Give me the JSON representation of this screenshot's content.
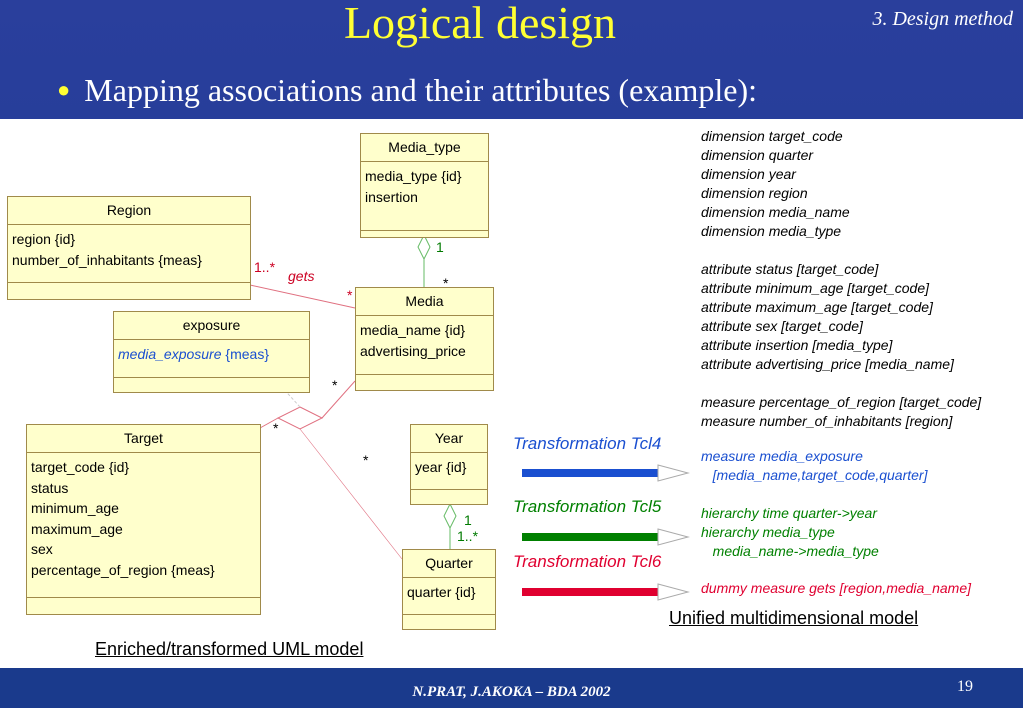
{
  "slide": {
    "title": "Logical design",
    "section": "3. Design method",
    "bullet": "Mapping associations and their attributes (example):",
    "footer_author": "N.PRAT, J.AKOKA – BDA 2002",
    "page_number": "19"
  },
  "uml": {
    "caption": "Enriched/transformed UML model",
    "classes": {
      "media_type": {
        "name": "Media_type",
        "attrs": [
          "media_type {id}",
          "insertion"
        ]
      },
      "region": {
        "name": "Region",
        "attrs": [
          "region {id}",
          "number_of_inhabitants {meas}"
        ]
      },
      "media": {
        "name": "Media",
        "attrs": [
          "media_name {id}",
          "advertising_price"
        ]
      },
      "exposure": {
        "name": "exposure",
        "attr_italic": "media_exposure",
        "attr_suffix": " {meas}"
      },
      "target": {
        "name": "Target",
        "attrs": [
          "target_code {id}",
          "status",
          "minimum_age",
          "maximum_age",
          "sex",
          "percentage_of_region {meas}"
        ]
      },
      "year": {
        "name": "Year",
        "attrs": [
          "year  {id}"
        ]
      },
      "quarter": {
        "name": "Quarter",
        "attrs": [
          "quarter {id}"
        ]
      }
    },
    "multiplicities": {
      "region_gets": "1..*",
      "gets_label": "gets",
      "media_gets": "*",
      "mediatype_one": "1",
      "media_mediatype": "*",
      "media_exposure": "*",
      "target_exposure": "*",
      "quarter_exposure": "*",
      "year_one": "1",
      "quarter_many": "1..*"
    }
  },
  "transformations": [
    {
      "label": "Transformation Tcl4",
      "color": "#1a4fd0"
    },
    {
      "label": "Transformation Tcl5",
      "color": "#008000"
    },
    {
      "label": "Transformation Tcl6",
      "color": "#e00030"
    }
  ],
  "multidim": {
    "caption": "Unified multidimensional model",
    "black_lines": [
      "dimension target_code",
      "dimension quarter",
      "dimension year",
      "dimension region",
      "dimension media_name",
      "dimension media_type",
      "",
      "attribute status [target_code]",
      "attribute minimum_age [target_code]",
      "attribute maximum_age [target_code]",
      "attribute sex [target_code]",
      "attribute insertion [media_type]",
      "attribute advertising_price [media_name]",
      "",
      "measure percentage_of_region [target_code]",
      "measure number_of_inhabitants [region]"
    ],
    "blue_lines": [
      "measure media_exposure",
      "   [media_name,target_code,quarter]"
    ],
    "green_lines": [
      "hierarchy time quarter->year",
      "hierarchy media_type",
      "   media_name->media_type"
    ],
    "red_lines": [
      "dummy measure gets [region,media_name]"
    ]
  }
}
